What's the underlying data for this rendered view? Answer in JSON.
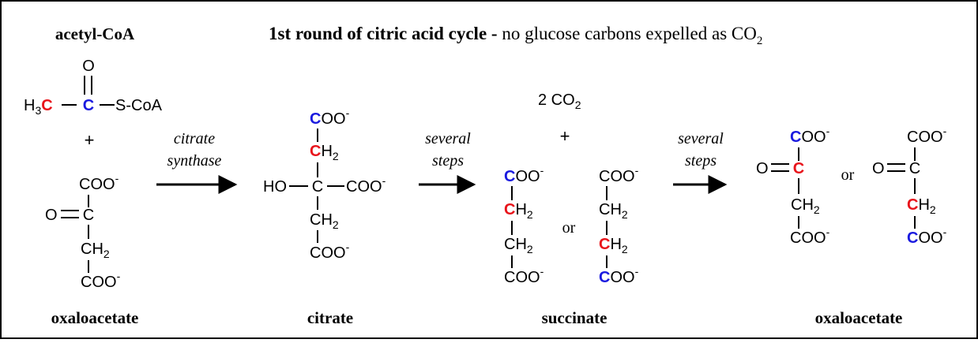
{
  "title": {
    "bold": "1st round of citric acid cycle -",
    "rest": " no glucose carbons expelled as CO",
    "sub": "2"
  },
  "labels": {
    "acetyl_coa": "acetyl-CoA",
    "oxaloacetate_1": "oxaloacetate",
    "citrate": "citrate",
    "succinate": "succinate",
    "oxaloacetate_2": "oxaloacetate"
  },
  "arrows": {
    "enzyme_line1": "citrate",
    "enzyme_line2": "synthase",
    "several_1a": "several",
    "several_1b": "steps",
    "several_2a": "several",
    "several_2b": "steps"
  },
  "chem": {
    "H": "H",
    "three": "3",
    "C": "C",
    "O": "O",
    "SCoA": "S-CoA",
    "plus": "+",
    "COO": "COO",
    "minus": "-",
    "CH": "CH",
    "two": "2",
    "HO": "HO",
    "or": "or",
    "co2_count": "2 CO",
    "co2_sub": "2"
  },
  "colors": {
    "red": "#e8141b",
    "blue": "#1a1adf",
    "ink": "#000000"
  }
}
